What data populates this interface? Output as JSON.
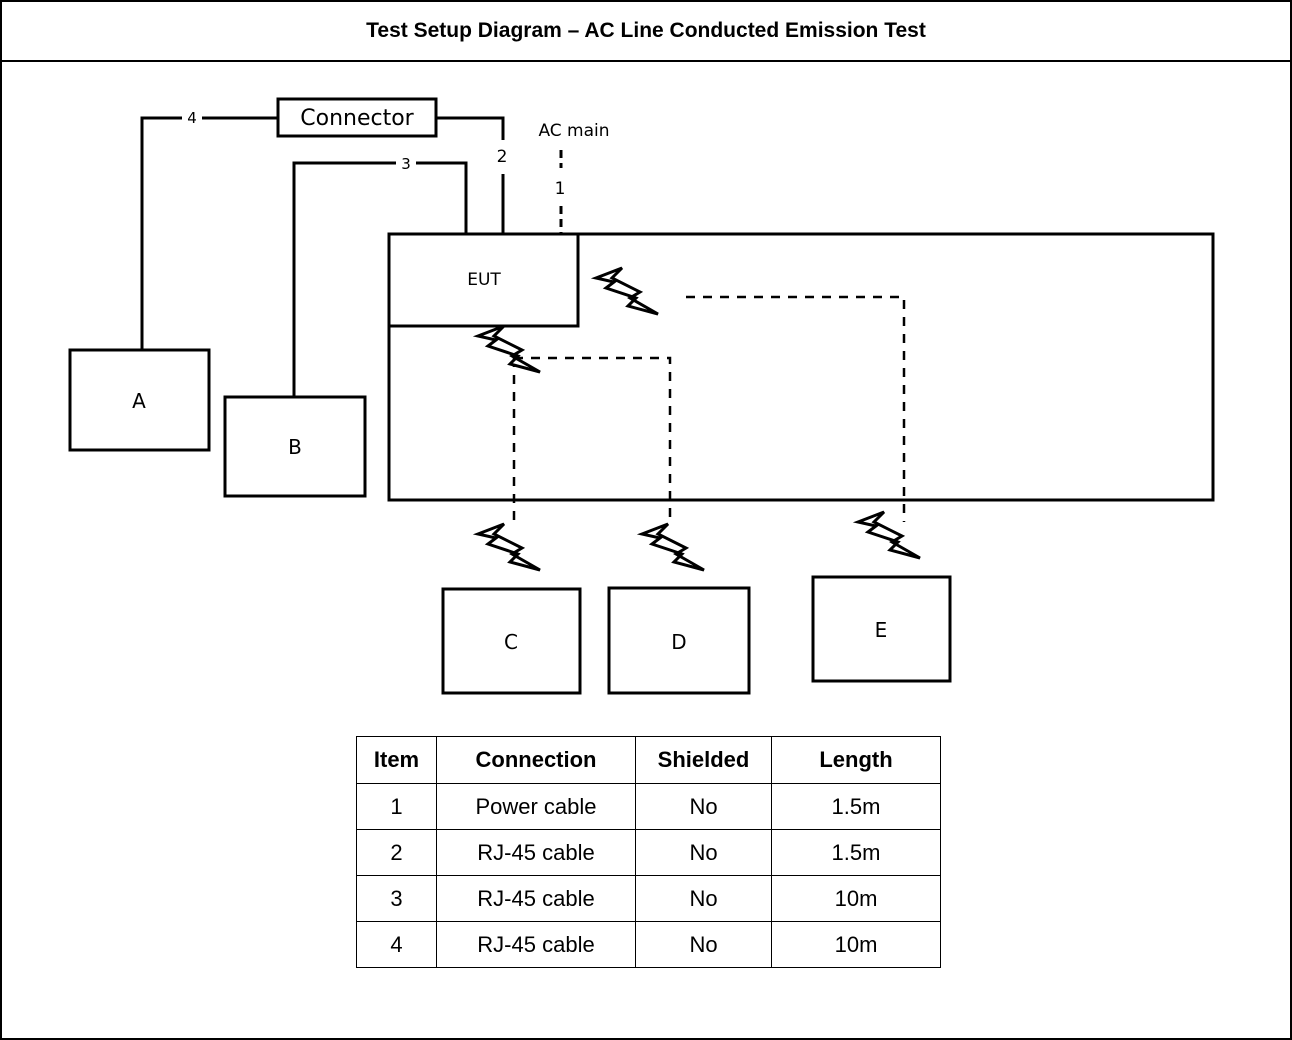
{
  "title": "Test Setup Diagram – AC Line Conducted Emission Test",
  "diagram": {
    "eut_label": "EUT",
    "connector_label": "Connector",
    "ac_main_label": "AC main",
    "cable_numbers": [
      "1",
      "2",
      "3",
      "4"
    ],
    "devices": [
      "A",
      "B",
      "C",
      "D",
      "E"
    ]
  },
  "table": {
    "headers": [
      "Item",
      "Connection",
      "Shielded",
      "Length"
    ],
    "rows": [
      [
        "1",
        "Power cable",
        "No",
        "1.5m"
      ],
      [
        "2",
        "RJ-45 cable",
        "No",
        "1.5m"
      ],
      [
        "3",
        "RJ-45 cable",
        "No",
        "10m"
      ],
      [
        "4",
        "RJ-45 cable",
        "No",
        "10m"
      ]
    ]
  }
}
